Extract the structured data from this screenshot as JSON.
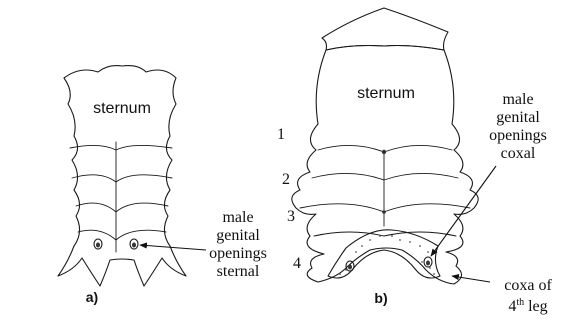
{
  "figure_a": {
    "part_label": "a)",
    "sternum_label": "sternum",
    "callout": [
      "male",
      "genital",
      "openings",
      "sternal"
    ]
  },
  "figure_b": {
    "part_label": "b)",
    "sternum_label": "sternum",
    "segment_numbers": [
      "1",
      "2",
      "3",
      "4"
    ],
    "callout_top": [
      "male",
      "genital",
      "openings",
      "coxal"
    ],
    "callout_bottom_line1": "coxa of",
    "callout_bottom_line2_num": "4",
    "callout_bottom_line2_sup": "th",
    "callout_bottom_line2_word": "leg"
  }
}
